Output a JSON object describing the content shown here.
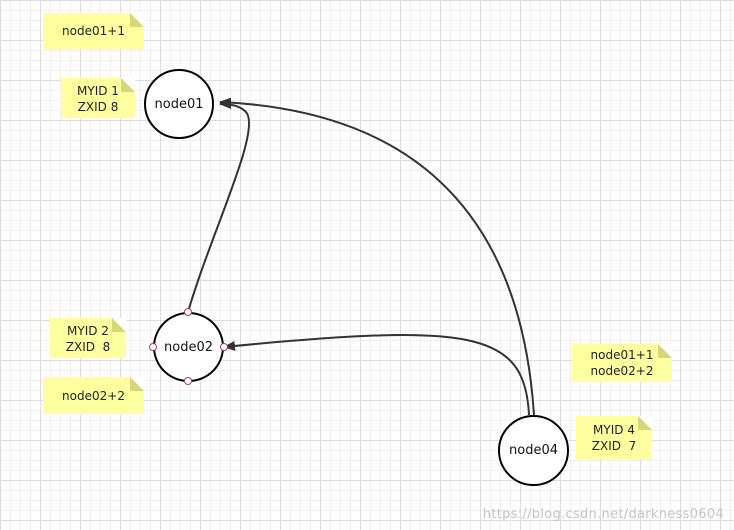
{
  "nodes": {
    "n1": {
      "label": "node01"
    },
    "n2": {
      "label": "node02"
    },
    "n4": {
      "label": "node04"
    }
  },
  "notes": {
    "vote1": [
      "node01+1"
    ],
    "info1": [
      "MYID 1",
      "ZXID 8"
    ],
    "info2": [
      "MYID 2",
      "ZXID  8"
    ],
    "vote2": [
      "node02+2"
    ],
    "vote4": [
      "node01+1",
      "node02+2"
    ],
    "info4": [
      "MYID 4",
      "ZXID  7"
    ]
  },
  "watermark": "https://blog.csdn.net/darkness0604",
  "colors": {
    "note": "#ffffa0",
    "edge": "#333333",
    "node_border": "#000000"
  }
}
